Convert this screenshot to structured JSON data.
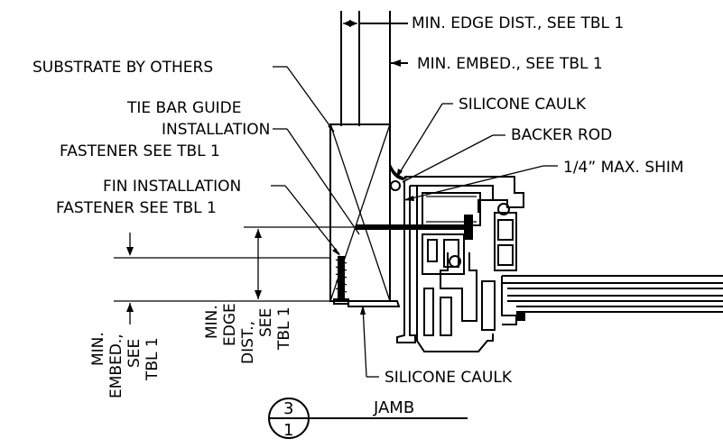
{
  "labels": {
    "min_edge_dist_top": "MIN. EDGE DIST., SEE TBL 1",
    "min_embed_top": "MIN. EMBED., SEE TBL 1",
    "substrate": "SUBSTRATE BY OTHERS",
    "silicone_caulk_top": "SILICONE CAULK",
    "tie_bar_line1": "TIE BAR GUIDE",
    "tie_bar_line2": "INSTALLATION",
    "tie_bar_line3": "FASTENER SEE TBL 1",
    "backer_rod": "BACKER ROD",
    "shim": "1/4” MAX. SHIM",
    "fin_line1": "FIN INSTALLATION",
    "fin_line2": "FASTENER SEE TBL 1",
    "silicone_caulk_bottom": "SILICONE CAULK",
    "min_embed_left": [
      "MIN.",
      "EMBED.,",
      "SEE",
      "TBL 1"
    ],
    "min_edge_left": [
      "MIN.",
      "EDGE",
      "DIST.,",
      "SEE",
      "TBL 1"
    ]
  },
  "title_block": {
    "detail_number": "3",
    "sheet_number": "1",
    "title": "JAMB"
  }
}
